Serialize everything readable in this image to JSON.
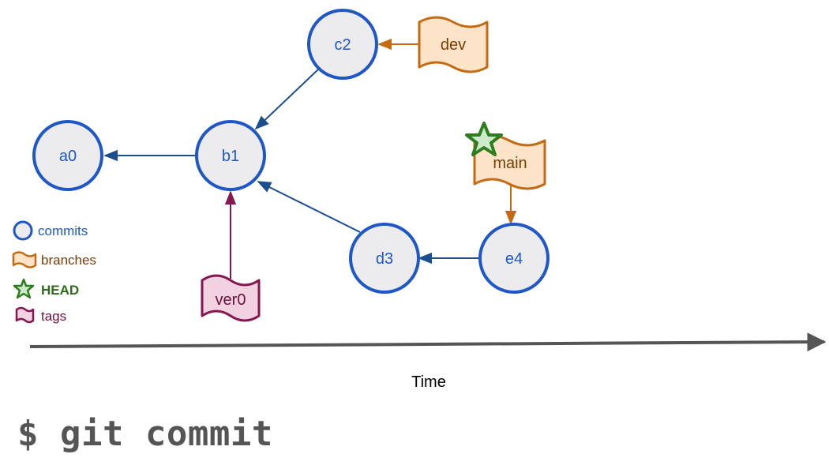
{
  "commits": [
    {
      "id": "a0",
      "label": "a0"
    },
    {
      "id": "b1",
      "label": "b1"
    },
    {
      "id": "c2",
      "label": "c2"
    },
    {
      "id": "d3",
      "label": "d3"
    },
    {
      "id": "e4",
      "label": "e4"
    }
  ],
  "edges": [
    {
      "from": "b1",
      "to": "a0"
    },
    {
      "from": "c2",
      "to": "b1"
    },
    {
      "from": "d3",
      "to": "b1"
    },
    {
      "from": "e4",
      "to": "d3"
    }
  ],
  "branches": [
    {
      "name": "dev",
      "points_to": "c2"
    },
    {
      "name": "main",
      "points_to": "e4",
      "head": true
    }
  ],
  "tags": [
    {
      "name": "ver0",
      "points_to": "b1"
    }
  ],
  "legend": [
    {
      "key": "commits",
      "label": "commits"
    },
    {
      "key": "branches",
      "label": "branches"
    },
    {
      "key": "head",
      "label": "HEAD"
    },
    {
      "key": "tags",
      "label": "tags"
    }
  ],
  "axis": {
    "label": "Time"
  },
  "command": "$ git commit",
  "colors": {
    "commit_stroke": "#1f57c7",
    "commit_fill": "#ececef",
    "branch_stroke": "#c46a12",
    "branch_fill": "#fde3c8",
    "branch_text": "#7a3d05",
    "tag_stroke": "#86164f",
    "tag_fill": "#f2d2e0",
    "tag_text": "#6b0f3e",
    "head_stroke": "#2e7d1f",
    "head_fill": "#cdeccb",
    "edge": "#1a4f8f",
    "axis": "#555555"
  }
}
